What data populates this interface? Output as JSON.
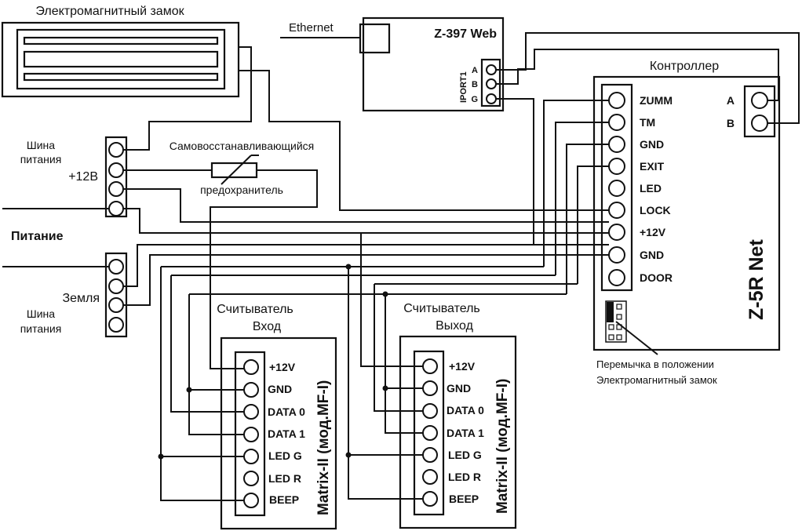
{
  "diagram": {
    "type": "wiring-diagram",
    "components": {
      "electromagnetic_lock": {
        "title": "Электромагнитный замок"
      },
      "web_module": {
        "title": "Z-397 Web",
        "ethernet_label": "Ethernet",
        "port_label": "IPORT1",
        "pins": [
          "A",
          "B",
          "G"
        ]
      },
      "controller": {
        "caption": "Контроллер",
        "model": "Z-5R Net",
        "pins": [
          "ZUMM",
          "TM",
          "GND",
          "EXIT",
          "LED",
          "LOCK",
          "+12V",
          "GND",
          "DOOR"
        ],
        "rs485_pins": [
          "A",
          "B"
        ],
        "jumper_note_line1": "Перемычка в положении",
        "jumper_note_line2": "Электромагнитный замок"
      },
      "power": {
        "label": "Питание",
        "plus_bus_label_line1": "Шина",
        "plus_bus_label_line2": "питания",
        "plus_label": "+12В",
        "ground_label": "Земля",
        "ground_bus_label_line1": "Шина",
        "ground_bus_label_line2": "питания",
        "fuse_label_line1": "Самовосстанавливающийся",
        "fuse_label_line2": "предохранитель"
      },
      "reader_in": {
        "caption_line1": "Считыватель",
        "caption_line2": "Вход",
        "model": "Matrix-II (мод.MF-I)",
        "pins": [
          "+12V",
          "GND",
          "DATA 0",
          "DATA 1",
          "LED G",
          "LED R",
          "BEEP"
        ]
      },
      "reader_out": {
        "caption_line1": "Считыватель",
        "caption_line2": "Выход",
        "model": "Matrix-II (мод.MF-I)",
        "pins": [
          "+12V",
          "GND",
          "DATA 0",
          "DATA 1",
          "LED G",
          "LED R",
          "BEEP"
        ]
      }
    }
  }
}
